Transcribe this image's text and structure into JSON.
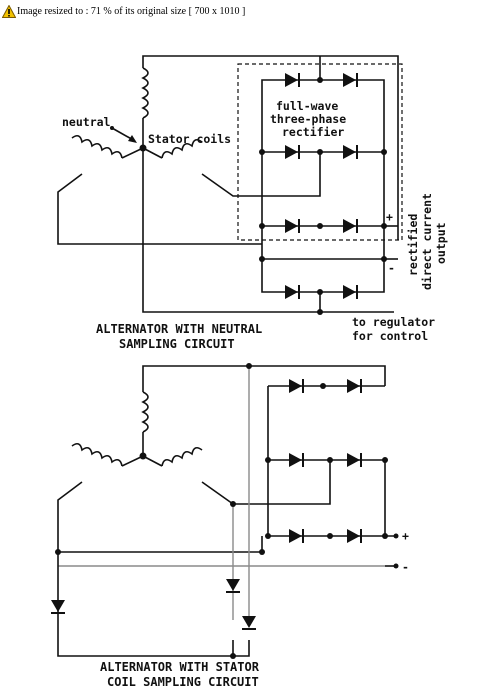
{
  "banner": {
    "icon": "warning-triangle-icon",
    "text": "Image resized to : 71 % of its original size [ 700 x 1010 ]"
  },
  "top_diagram": {
    "neutral_label": "neutral",
    "stator_label": "Stator coils",
    "rectifier_label": [
      "full-wave",
      "three-phase",
      "rectifier"
    ],
    "plus_label": "+",
    "minus_label": "-",
    "output_label": [
      "rectified",
      "direct current",
      "output"
    ],
    "regulator_label": [
      "to regulator",
      "for control"
    ],
    "caption": [
      "ALTERNATOR WITH NEUTRAL",
      "SAMPLING CIRCUIT"
    ]
  },
  "bottom_diagram": {
    "plus_label": "+",
    "minus_label": "-",
    "caption": [
      "ALTERNATOR WITH STATOR",
      "COIL SAMPLING CIRCUIT"
    ]
  }
}
